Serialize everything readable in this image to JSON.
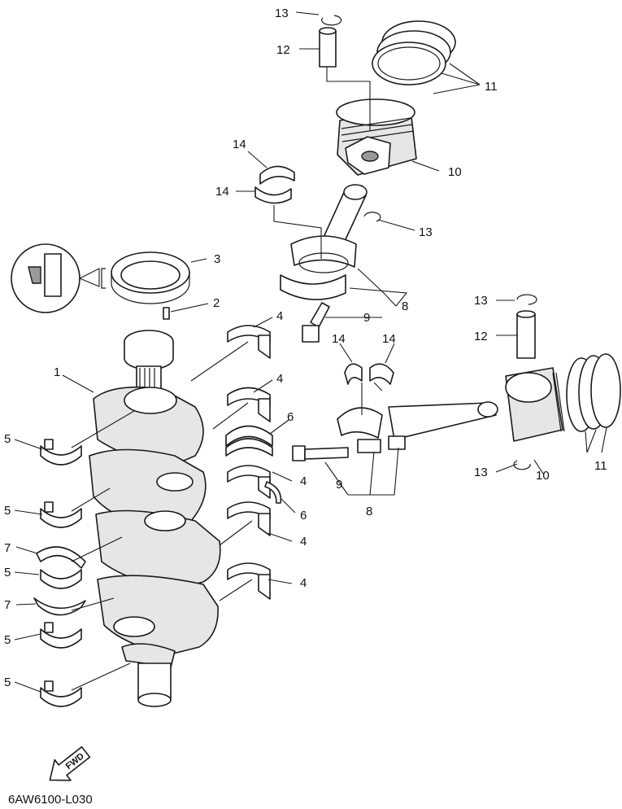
{
  "diagram": {
    "drawing_code": "6AW6100-L030",
    "direction_label": "FWD",
    "callouts": {
      "c1": "1",
      "c2": "2",
      "c3": "3",
      "c4a": "4",
      "c4b": "4",
      "c4c": "4",
      "c4d": "4",
      "c4e": "4",
      "c5a": "5",
      "c5b": "5",
      "c5c": "5",
      "c5d": "5",
      "c5e": "5",
      "c6a": "6",
      "c6b": "6",
      "c7a": "7",
      "c7b": "7",
      "c8a": "8",
      "c8b": "8",
      "c9a": "9",
      "c9b": "9",
      "c10a": "10",
      "c10b": "10",
      "c11a": "11",
      "c11b": "11",
      "c12a": "12",
      "c12b": "12",
      "c13a": "13",
      "c13b": "13",
      "c13c": "13",
      "c13d": "13",
      "c14a": "14",
      "c14b": "14",
      "c14c": "14",
      "c14d": "14"
    }
  }
}
